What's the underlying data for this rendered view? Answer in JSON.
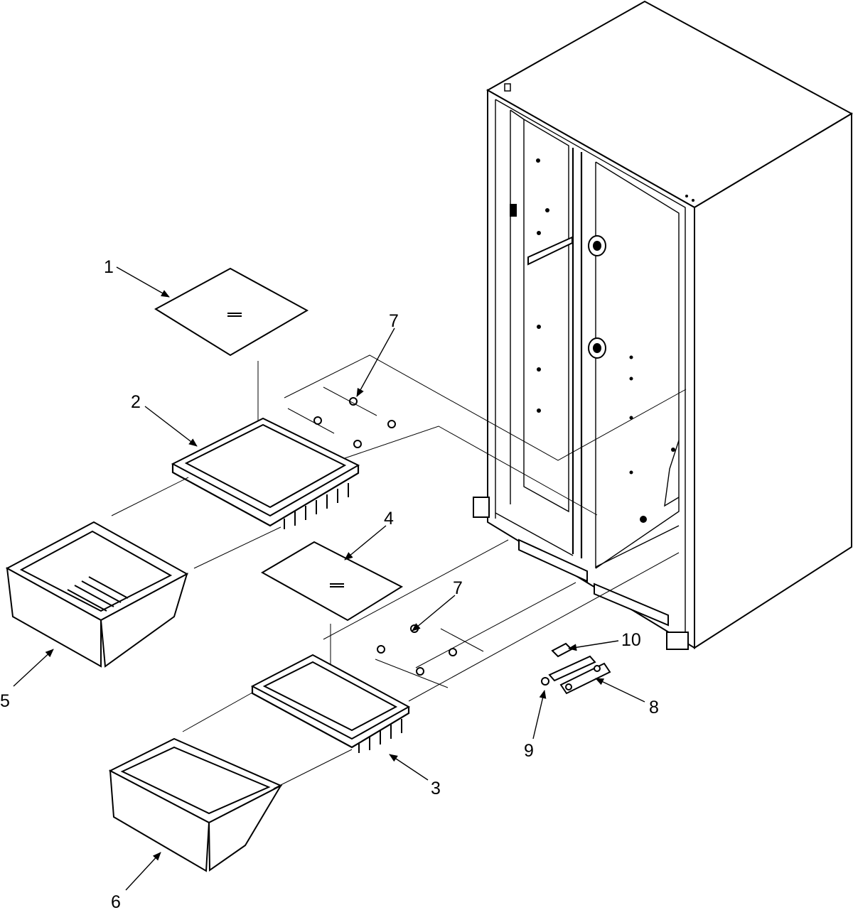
{
  "callouts": [
    {
      "id": "1",
      "text": "1"
    },
    {
      "id": "2",
      "text": "2"
    },
    {
      "id": "3",
      "text": "3"
    },
    {
      "id": "4",
      "text": "4"
    },
    {
      "id": "5",
      "text": "5"
    },
    {
      "id": "6",
      "text": "6"
    },
    {
      "id": "7a",
      "text": "7"
    },
    {
      "id": "7b",
      "text": "7"
    },
    {
      "id": "8",
      "text": "8"
    },
    {
      "id": "9",
      "text": "9"
    },
    {
      "id": "10",
      "text": "10"
    }
  ],
  "colors": {
    "line": "#000000",
    "background": "#ffffff"
  }
}
